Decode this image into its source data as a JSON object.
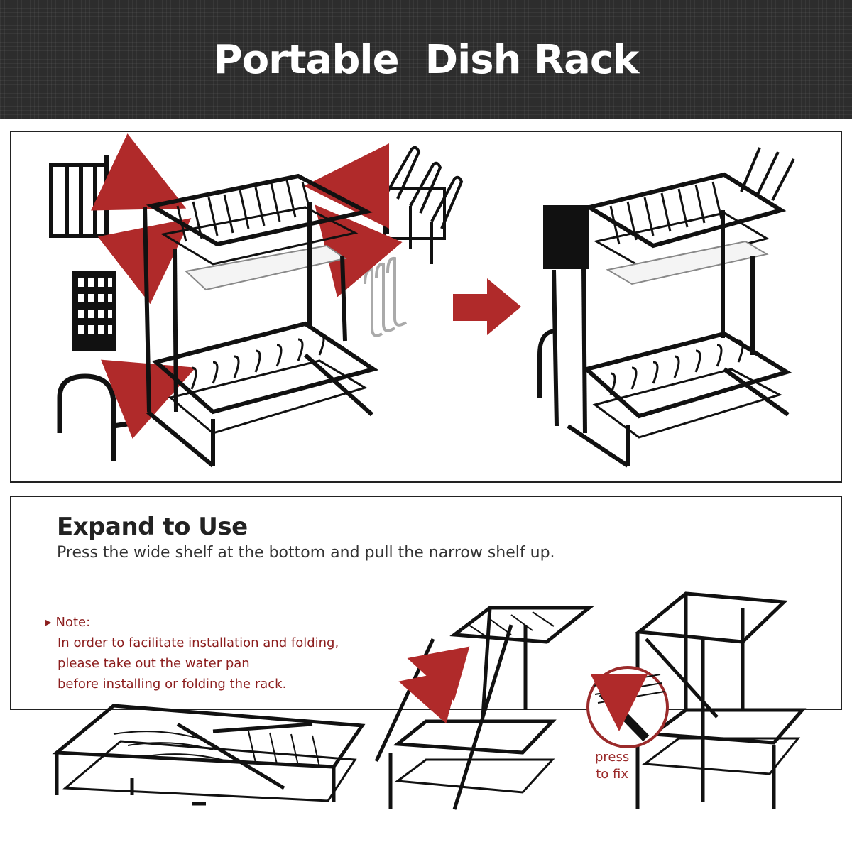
{
  "banner": {
    "title": "Portable  Dish Rack"
  },
  "expand": {
    "title": "Expand to Use",
    "description": "Press the wide shelf at the bottom and pull the narrow shelf up."
  },
  "note": {
    "heading": "Note:",
    "lines": [
      "In order to facilitate installation and folding,",
      "please take out the water pan",
      "before installing or folding the rack."
    ]
  },
  "press_label": {
    "line1": "press",
    "line2": "to fix"
  },
  "colors": {
    "accent_red": "#b02a2a",
    "note_text": "#8b1d1d",
    "banner_bg": "#2d2d2d",
    "rack_black": "#111111"
  }
}
